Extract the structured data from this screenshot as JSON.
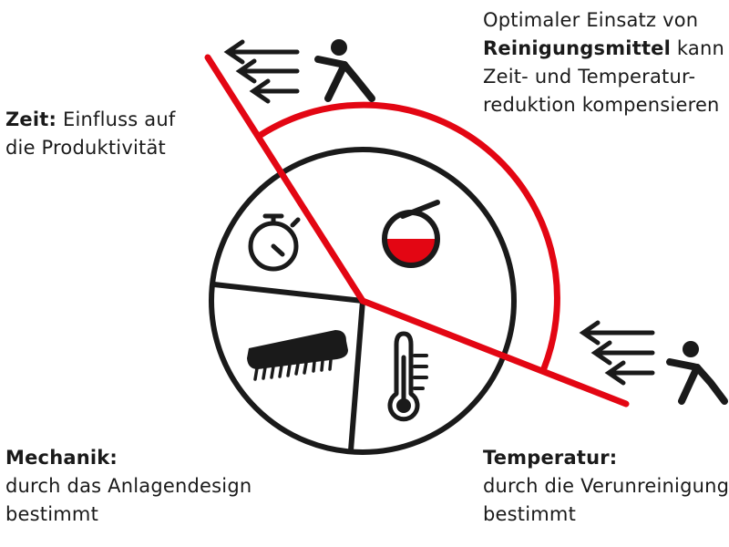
{
  "colors": {
    "accent": "#e30613",
    "ink": "#1a1a1a",
    "background": "#ffffff"
  },
  "labels": {
    "zeit": {
      "bold": "Zeit:",
      "line1_rest": " Einfluss auf",
      "line2": "die Produktivität"
    },
    "mechanik": {
      "bold": "Mechanik:",
      "line2": "durch das Anlagendesign",
      "line3": "bestimmt"
    },
    "temperatur": {
      "bold": "Temperatur:",
      "line2": "durch die Verunreinigung",
      "line3": "bestimmt"
    },
    "reinigungsmittel": {
      "line1": "Optimaler Einsatz von",
      "bold": "Reinigungsmittel",
      "line2_rest": " kann",
      "line3": "Zeit- und Temperatur-",
      "line4": "reduktion kompensieren"
    }
  },
  "icons": {
    "time": "stopwatch-icon",
    "chemistry": "flask-icon",
    "mechanics": "brush-icon",
    "temperature": "thermometer-icon",
    "force_top": "pushing-figure-icon",
    "force_right": "pushing-figure-icon"
  }
}
